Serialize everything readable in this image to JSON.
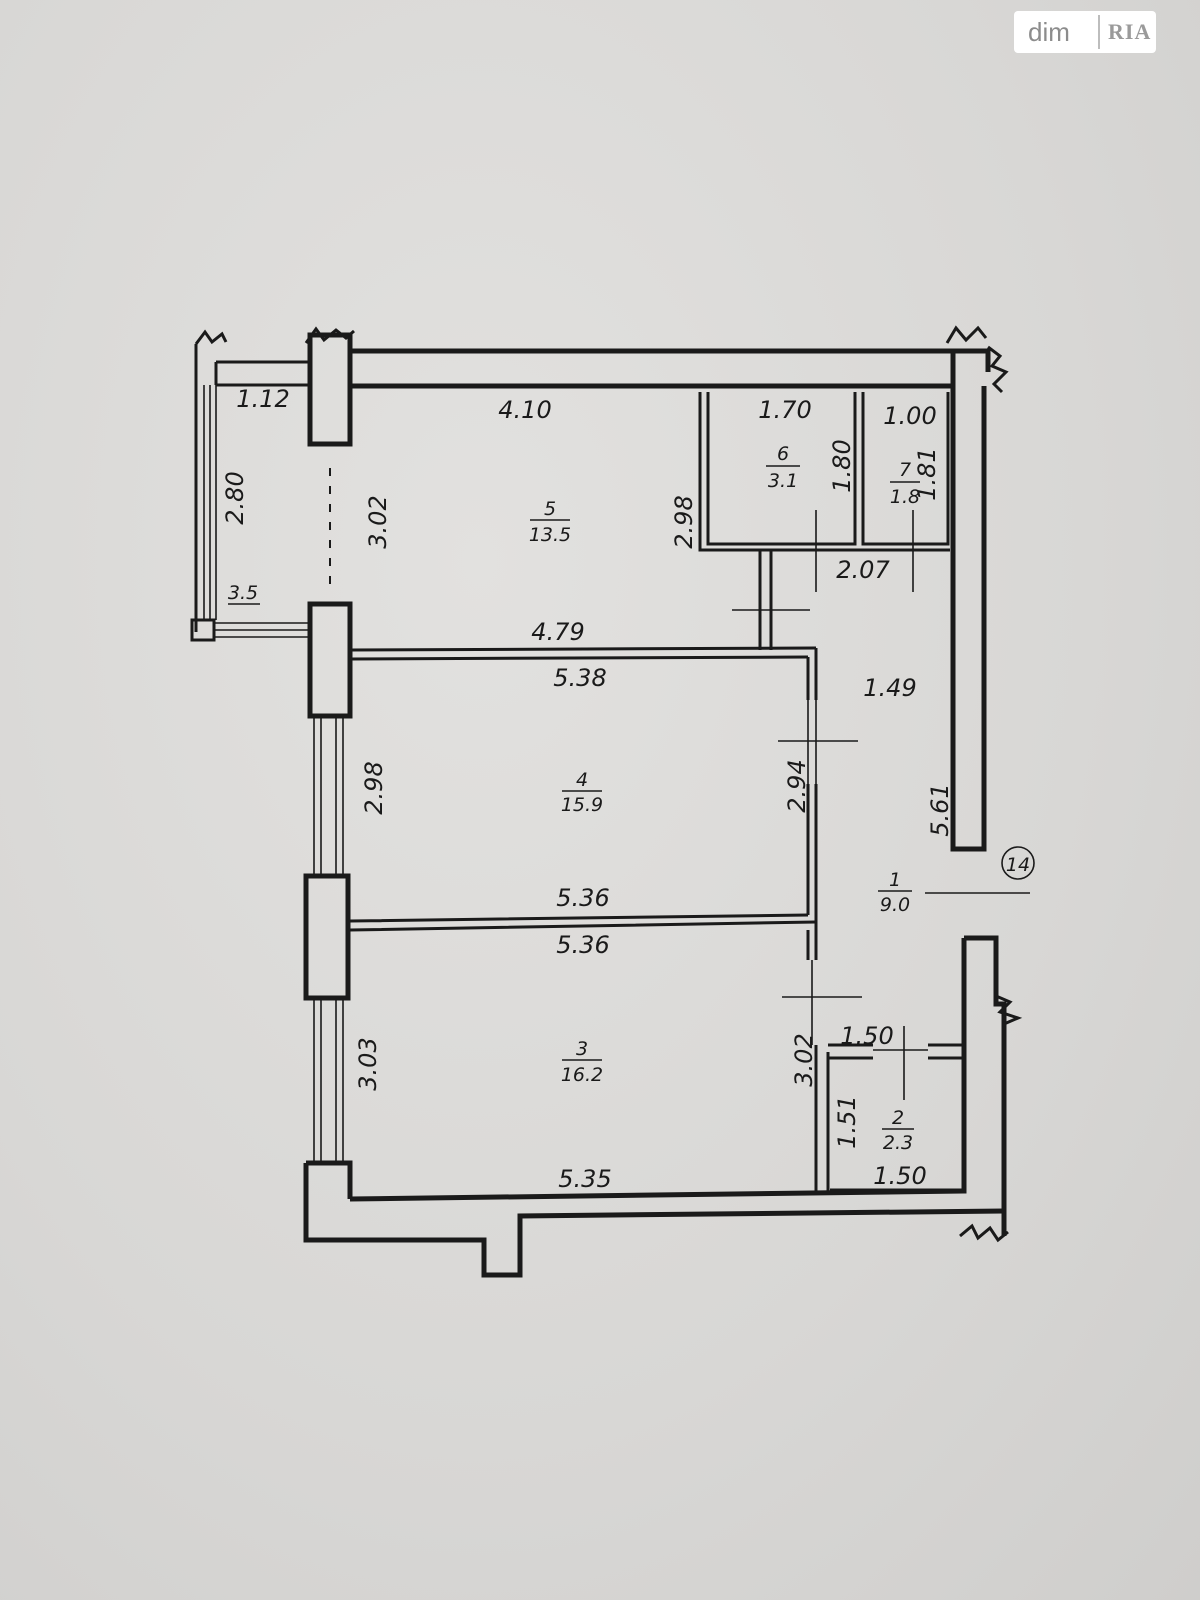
{
  "watermark": {
    "brand": "dim",
    "logo_text": "RIA"
  },
  "axis_marker": "14",
  "rooms": [
    {
      "number": "1",
      "area": "9.0"
    },
    {
      "number": "2",
      "area": "2.3"
    },
    {
      "number": "3",
      "area": "16.2"
    },
    {
      "number": "4",
      "area": "15.9"
    },
    {
      "number": "5",
      "area": "13.5"
    },
    {
      "number": "6",
      "area": "3.1"
    },
    {
      "number": "7",
      "area": "1.8"
    }
  ],
  "balcony": {
    "area": "3.5",
    "width": "1.12",
    "length": "2.80"
  },
  "dimensions": {
    "r5_top": "4.10",
    "r5_side": "3.02",
    "r5_right": "2.98",
    "r5_bottom": "4.79",
    "r6_top": "1.70",
    "r6_side": "1.80",
    "r7_top": "1.00",
    "r7_side": "1.81",
    "wc_bottom": "2.07",
    "r4_top": "5.38",
    "r4_side": "2.98",
    "r4_right": "2.94",
    "r4_bottom": "5.36",
    "r3_top": "5.36",
    "r3_side": "3.03",
    "r3_right": "3.02",
    "r3_bottom": "5.35",
    "hall_width": "1.49",
    "hall_length": "5.61",
    "r2_top": "1.50",
    "r2_side": "1.51",
    "r2_bottom": "1.50"
  }
}
